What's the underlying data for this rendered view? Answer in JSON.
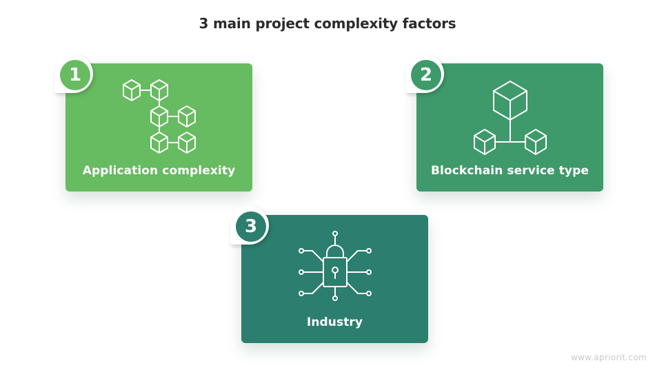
{
  "title": "3 main project complexity factors",
  "factors": [
    {
      "number": "1",
      "label": "Application complexity",
      "icon": "connected-cubes-icon",
      "color": "#67bb61"
    },
    {
      "number": "2",
      "label": "Blockchain service type",
      "icon": "cube-hierarchy-icon",
      "color": "#3f9a6b"
    },
    {
      "number": "3",
      "label": "Industry",
      "icon": "circuit-lock-icon",
      "color": "#2c7e6e"
    }
  ],
  "watermark": "www.apriorit.com"
}
